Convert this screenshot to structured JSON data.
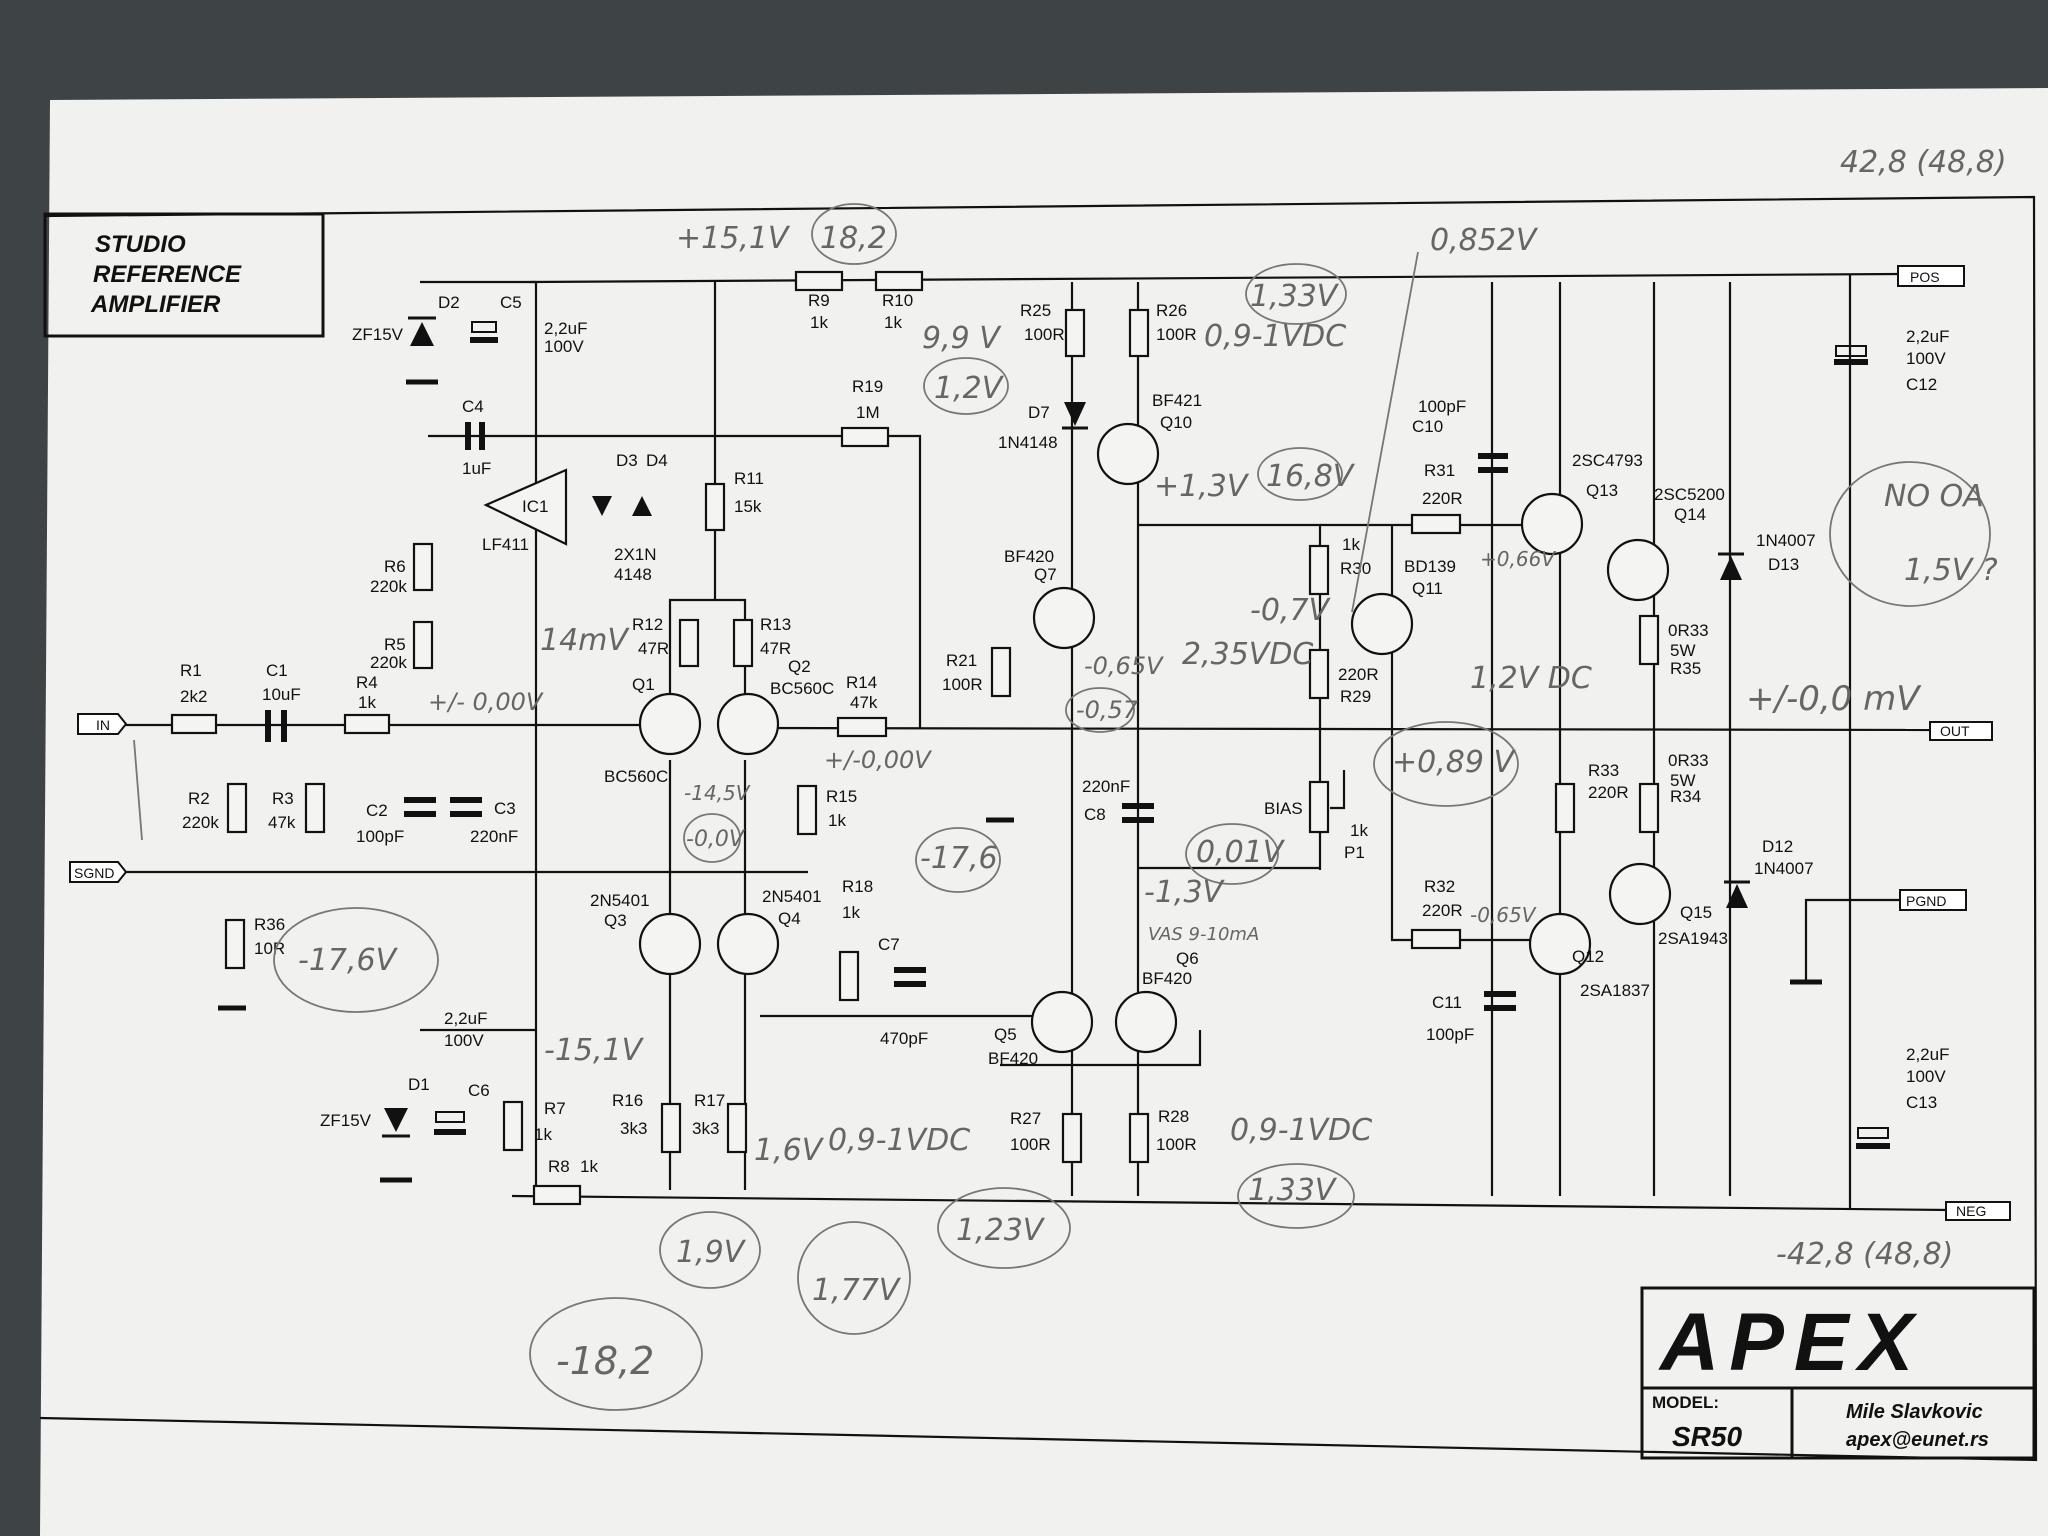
{
  "title_block": {
    "line1": "STUDIO",
    "line2": "REFERENCE",
    "line3": "AMPLIFIER",
    "brand": "APEX",
    "model_label": "MODEL:",
    "model": "SR50",
    "author": "Mile Slavkovic",
    "email": "apex@eunet.rs"
  },
  "ports": {
    "in": "IN",
    "sgnd": "SGND",
    "pos": "POS",
    "out": "OUT",
    "pgnd": "PGND",
    "neg": "NEG"
  },
  "components": {
    "r1": [
      "R1",
      "2k2"
    ],
    "c1": [
      "C1",
      "10uF"
    ],
    "r4": [
      "R4",
      "1k"
    ],
    "r2": [
      "R2",
      "220k"
    ],
    "r3": [
      "R3",
      "47k"
    ],
    "r36": [
      "R36",
      "10R"
    ],
    "r5": [
      "R5",
      "220k"
    ],
    "r6": [
      "R6",
      "220k"
    ],
    "c2": [
      "C2",
      "100pF"
    ],
    "c3": [
      "C3",
      "220nF"
    ],
    "c4": [
      "C4",
      "1uF"
    ],
    "ic1": [
      "IC1",
      "LF411"
    ],
    "d2": [
      "D2",
      "ZF15V"
    ],
    "c5": [
      "C5",
      "2,2uF",
      "100V"
    ],
    "d1": [
      "D1",
      "ZF15V"
    ],
    "c6": [
      "C6",
      "2,2uF",
      "100V"
    ],
    "d3d4": [
      "D3",
      "D4",
      "2X1N",
      "4148"
    ],
    "r7": [
      "R7",
      "1k"
    ],
    "r8": [
      "R8",
      "1k"
    ],
    "r9": [
      "R9",
      "1k"
    ],
    "r10": [
      "R10",
      "1k"
    ],
    "r11": [
      "R11",
      "15k"
    ],
    "r19": [
      "R19",
      "1M"
    ],
    "r12": [
      "R12",
      "47R"
    ],
    "r13": [
      "R13",
      "47R"
    ],
    "q1": [
      "Q1",
      "BC560C"
    ],
    "q2": [
      "Q2",
      "BC560C"
    ],
    "r14": [
      "R14",
      "47k"
    ],
    "r15": [
      "R15",
      "1k"
    ],
    "q3": [
      "2N5401",
      "Q3"
    ],
    "q4": [
      "2N5401",
      "Q4"
    ],
    "r16": [
      "R16",
      "3k3"
    ],
    "r17": [
      "R17",
      "3k3"
    ],
    "r18": [
      "R18",
      "1k"
    ],
    "c7": [
      "C7",
      "470pF"
    ],
    "r25": [
      "R25",
      "100R"
    ],
    "d7": [
      "D7",
      "1N4148"
    ],
    "r26": [
      "R26",
      "100R"
    ],
    "q10": [
      "BF421",
      "Q10"
    ],
    "q7": [
      "BF420",
      "Q7"
    ],
    "r21": [
      "R21",
      "100R"
    ],
    "c8": [
      "220nF",
      "C8"
    ],
    "q5": [
      "Q5",
      "BF420"
    ],
    "q6": [
      "Q6",
      "BF420"
    ],
    "r27": [
      "R27",
      "100R"
    ],
    "r28": [
      "R28",
      "100R"
    ],
    "c10": [
      "100pF",
      "C10"
    ],
    "r31": [
      "R31",
      "220R"
    ],
    "r30": [
      "1k",
      "R30"
    ],
    "q11": [
      "BD139",
      "Q11"
    ],
    "r29": [
      "220R",
      "R29"
    ],
    "p1": [
      "BIAS",
      "1k",
      "P1"
    ],
    "r32": [
      "R32",
      "220R"
    ],
    "c11": [
      "C11",
      "100pF"
    ],
    "q13": [
      "2SC4793",
      "Q13"
    ],
    "q14": [
      "2SC5200",
      "Q14"
    ],
    "q12": [
      "Q12",
      "2SA1837"
    ],
    "q15": [
      "Q15",
      "2SA1943"
    ],
    "r35": [
      "0R33",
      "5W",
      "R35"
    ],
    "r34": [
      "0R33",
      "5W",
      "R34"
    ],
    "r33": [
      "R33",
      "220R"
    ],
    "d13": [
      "1N4007",
      "D13"
    ],
    "d12": [
      "D12",
      "1N4007"
    ],
    "c12": [
      "2,2uF",
      "100V",
      "C12"
    ],
    "c13": [
      "2,2uF",
      "100V",
      "C13"
    ]
  },
  "pencil_notes": {
    "v_top": "+15,1V",
    "v_182": "18,2",
    "v_99": "9,9 V",
    "v_12": "1,2V",
    "v_133_top": "1,33V",
    "v_09_1vdc_top": "0,9-1VDC",
    "v_0852": "0,852V",
    "rail_pos": "42,8 (48,8)",
    "no_oa": "NO OA",
    "v_15": "1,5V ?",
    "v_13_q10": "+1,3V",
    "v_168": "16,8V",
    "v_066": "+0,66V",
    "v_07": "-0,7V",
    "v_14mv": "14mV",
    "v_000v": "+/- 0,00V",
    "v_065": "-0,65V",
    "v_057": "-0,57",
    "v_235": "2,35VDC",
    "v_12dc": "1,2V DC",
    "out_mv": "+/-0,0 mV",
    "v_089": "+0,89 V",
    "v_0000": "+/-0,00V",
    "v_145": "-14,5V",
    "v_00": "-0,0V",
    "v_176_a": "-17,6",
    "v_001": "0,01V",
    "v_13_neg": "-1,3V",
    "vas": "VAS 9-10mA",
    "v_0655": "-0,65V",
    "v_176_b": "-17,6V",
    "v_151": "-15,1V",
    "v_16": "1,6V",
    "v_09_1vdc_mid": "0,9-1VDC",
    "v_09_1vdc_bot": "0,9-1VDC",
    "v_133_bot": "1,33V",
    "rail_neg": "-42,8 (48,8)",
    "v_19": "1,9V",
    "v_177": "1,77V",
    "v_123": "1,23V",
    "v_182_neg": "-18,2"
  }
}
